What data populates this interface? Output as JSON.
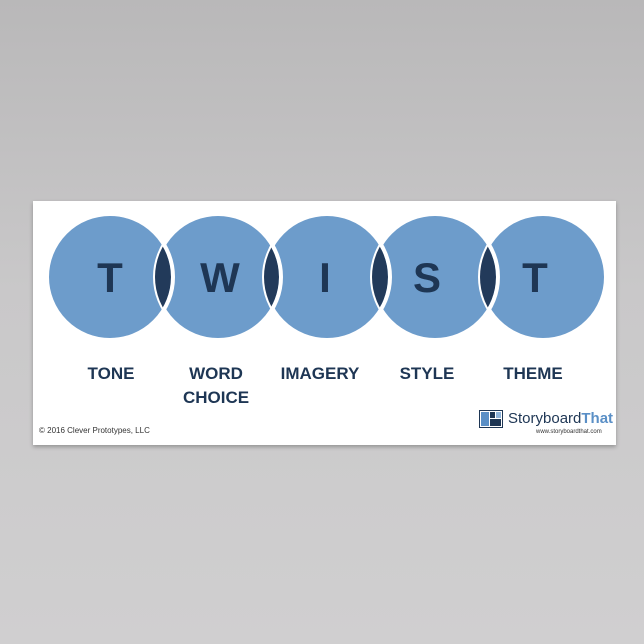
{
  "poster": {
    "letters": [
      "T",
      "W",
      "I",
      "S",
      "T"
    ],
    "labels": [
      "TONE",
      "WORD\nCHOICE",
      "IMAGERY",
      "STYLE",
      "THEME"
    ],
    "copyright": "© 2016 Clever Prototypes, LLC",
    "brand": {
      "name_part1": "Storyboard",
      "name_part2": "That",
      "url": "www.storyboardthat.com"
    }
  },
  "colors": {
    "circle_fill": "#6d9ccb",
    "overlap_fill": "#223a5a",
    "text_dark": "#1e3654",
    "brand_accent": "#5a8fc6",
    "background": "#c4c3c4"
  }
}
